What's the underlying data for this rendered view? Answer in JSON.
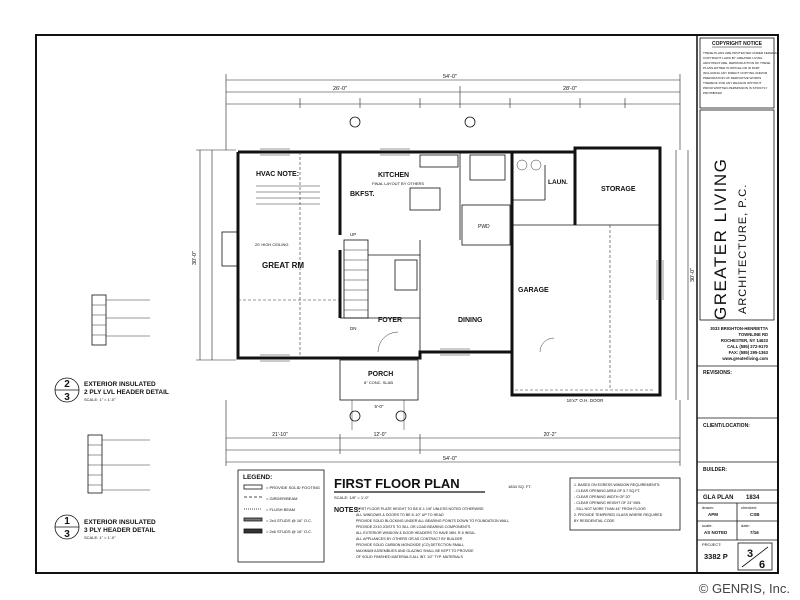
{
  "plan": {
    "title": "FIRST FLOOR PLAN",
    "area": "1834 SQ. FT.",
    "scale": "SCALE: 1/8\" = 1'-0\""
  },
  "rooms": {
    "hvac_note": "HVAC NOTE:",
    "great_rm": "GREAT RM",
    "great_rm_ceiling": "20' HIGH CEILING",
    "kitchen": "KITCHEN",
    "kitchen_sub": "FINAL LAYOUT BY OTHERS",
    "bkfst": "BKFST.",
    "storage": "STORAGE",
    "laun": "LAUN.",
    "garage": "GARAGE",
    "foyer": "FOYER",
    "dining": "DINING",
    "porch": "PORCH",
    "porch_sub": "8\" CONC. SLAB",
    "up": "UP",
    "dn": "DN",
    "pwd": "PWD"
  },
  "dimensions": {
    "overall_top": "54'-0\"",
    "overall_bottom": "54'-0\"",
    "top_a": "26'-0\"",
    "top_b": "28'-0\"",
    "side_left": "30'-0\"",
    "side_right": "30'-0\"",
    "bottom_a": "21'-10\"",
    "bottom_b": "12'-0\"",
    "bottom_c": "20'-2\"",
    "garage_door": "16'x7' O.H. DOOR",
    "porch_dim": "5'-0\""
  },
  "details": {
    "d2_num": "2",
    "d2_sheet": "3",
    "d2_title1": "EXTERIOR INSULATED",
    "d2_title2": "2 PLY LVL HEADER DETAIL",
    "d2_scale": "SCALE: 1\" = 1'-0\"",
    "d1_num": "1",
    "d1_sheet": "3",
    "d1_title1": "EXTERIOR INSULATED",
    "d1_title2": "3 PLY HEADER DETAIL",
    "d1_scale": "SCALE: 1\" = 1'-0\""
  },
  "legend": {
    "title": "LEGEND:",
    "items": [
      "= PROVIDE SOLID FOOTING",
      "= GIRDER/BEAM",
      "= FLUSH BEAM",
      "= 2x4 STUDS @ 16\" O.C.",
      "= 2x6 STUDS @ 16\" O.C."
    ]
  },
  "notes": {
    "title": "NOTES:",
    "lines": [
      "FIRST FLOOR PLATE HEIGHT TO BE 8'-1 1/8\" UNLESS NOTED OTHERWISE",
      "ALL WINDOWS & DOORS TO BE 6'-10\" UP TO HEAD",
      "PROVIDE SOLID BLOCKING UNDER ALL BEARING POINTS DOWN TO FOUNDATION WALL",
      "PROVIDE 2X10 JOISTS TO SILL OR LOAD BEARING COMPONENTS",
      "ALL EXTERIOR WINDOW & DOOR HEADERS TO HAVE MIN. R-5 INSUL.",
      "ALL APPLIANCES BY OTHERS OR AS CONTRACT BY BUILDER",
      "PROVIDE SOLID CARBON MONOXIDE (CO) DETECTION SMALL",
      "MAXIMUM ASSEMBLIES AND GLAZING SHALL BE KEPT TO PROVIDE",
      "OF SOLID FINISHED MATERIALS ALL INT. 1/2\" TYP. MATERIALS"
    ]
  },
  "egress": {
    "lines": [
      "1. BASED ON EGRESS WINDOW REQUIREMENTS:",
      "   - CLEAR OPENING AREA OF 5.7 SQ.FT.",
      "   - CLEAR OPENING WIDTH OF 20\"",
      "   - CLEAR OPENING HEIGHT OF 24\" MIN.",
      "   - SILL NOT MORE THAN 44\" FROM FLOOR",
      "2. PROVIDE TEMPERED GLASS WHERE REQUIRED",
      "   BY RESIDENTIAL CODE"
    ]
  },
  "titleblock": {
    "copyright_title": "COPYRIGHT NOTICE",
    "copyright_text": [
      "THESE PLANS ARE PROTECTED UNDER FEDERAL",
      "COPYRIGHT LAWS BY GREATER LIVING",
      "ARCHITECTURE. REPRODUCTION OF THESE",
      "PLANS EITHER IN WHOLE OR IN PART",
      "INCLUDING ANY DIRECT COPYING AND/OR",
      "PREPARATION OF DERIVATIVE WORKS",
      "THEREOF FOR ANY REASON WITHOUT",
      "PRIOR WRITTEN PERMISSION IS STRICTLY",
      "PROHIBITED"
    ],
    "firm_line1": "GREATER LIVING",
    "firm_line2": "ARCHITECTURE, P.C.",
    "address": [
      "3033 BRIGHTON-HENRIETTA",
      "TOWNLINE RD",
      "ROCHESTER, NY 14623",
      "CALL (585) 272-9170",
      "FAX: (585) 295-1363",
      "www.greaterliving.com"
    ],
    "revisions_label": "REVISIONS:",
    "client_label": "CLIENT/LOCATION:",
    "builder_label": "BUILDER:",
    "gla_label": "GLA PLAN",
    "gla_value": "1834",
    "drawn_label": "drawn:",
    "drawn_value": "APM",
    "checked_label": "checked:",
    "checked_value": "CSB",
    "scale_label": "scale:",
    "scale_value": "AS NOTED",
    "date_label": "date:",
    "date_value": "7/16",
    "project_label": "PROJECT:",
    "project_value": "3382 P",
    "sheet_num": "3",
    "sheet_total": "6"
  },
  "footer": {
    "copyright": "© GENRIS, Inc."
  }
}
